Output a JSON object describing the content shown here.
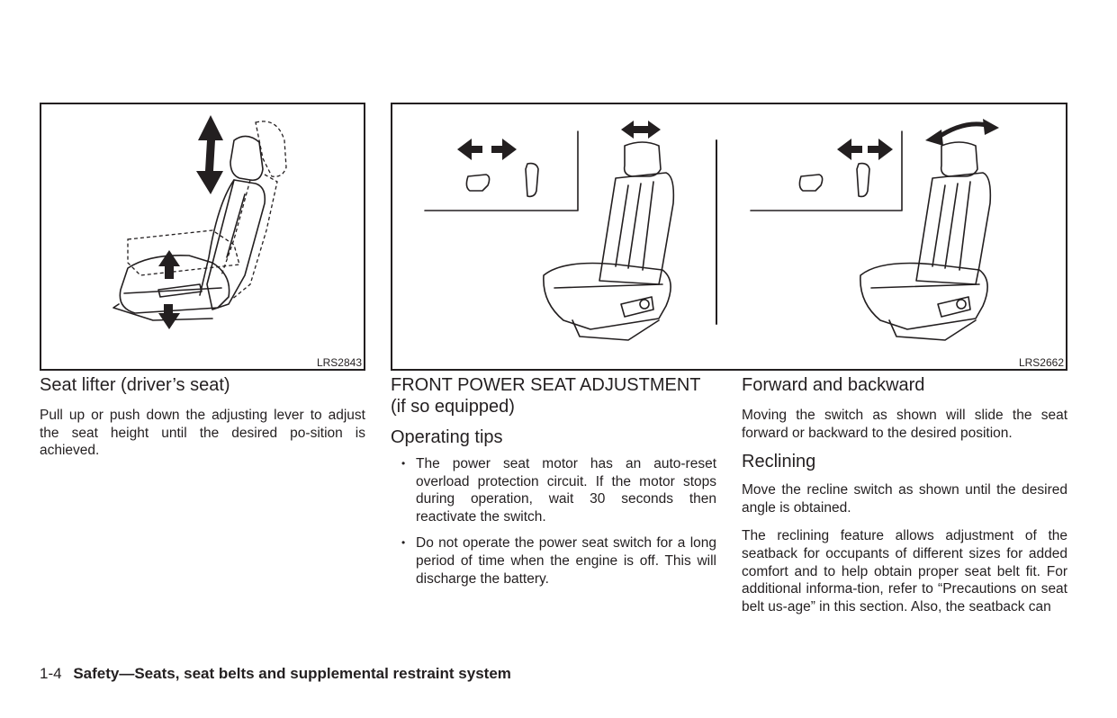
{
  "figures": {
    "left_code": "LRS2843",
    "right_code": "LRS2662"
  },
  "col1": {
    "heading": "Seat lifter (driver’s seat)",
    "para": "Pull up or push down the adjusting lever to adjust the seat height until the desired po-sition is achieved."
  },
  "col2": {
    "heading_line1": "FRONT POWER SEAT ADJUSTMENT",
    "heading_line2": "(if so equipped)",
    "subheading": "Operating tips",
    "bullets": [
      "The power seat motor has an auto-reset overload protection circuit. If the motor stops during operation, wait 30 seconds then reactivate the switch.",
      "Do not operate the power seat switch for a long period of time when the engine is off. This will discharge the battery."
    ]
  },
  "col3": {
    "heading1": "Forward and backward",
    "para1": "Moving the switch as shown will slide the seat forward or backward to the desired position.",
    "heading2": "Reclining",
    "para2": "Move the recline switch as shown until the desired angle is obtained.",
    "para3": "The reclining feature allows adjustment of the seatback for occupants of different sizes for added comfort and to help obtain proper seat belt fit. For additional informa-tion, refer to “Precautions on seat belt us-age” in this section. Also, the seatback can"
  },
  "footer": {
    "page": "1-4",
    "section": "Safety—Seats, seat belts and supplemental restraint system"
  }
}
